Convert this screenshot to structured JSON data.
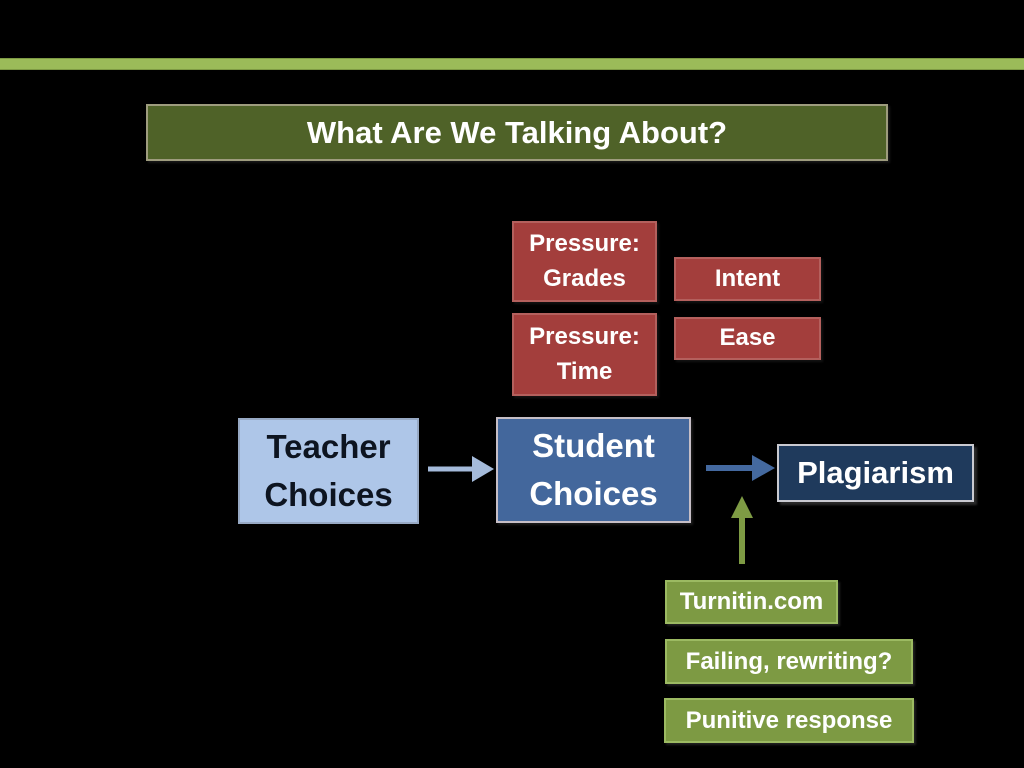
{
  "slide": {
    "title": "What Are We Talking About?"
  },
  "boxes": {
    "pressure_grades": "Pressure: Grades",
    "intent": "Intent",
    "pressure_time": "Pressure: Time",
    "ease": "Ease",
    "teacher_choices": "Teacher Choices",
    "student_choices": "Student Choices",
    "plagiarism": "Plagiarism",
    "turnitin": "Turnitin.com",
    "failing": "Failing, rewriting?",
    "punitive": "Punitive response"
  },
  "arrows": [
    {
      "name": "teacher-to-student-arrow",
      "direction": "right",
      "color": "#a5bbdb"
    },
    {
      "name": "student-to-plagiarism-arrow",
      "direction": "right",
      "color": "#44699f"
    },
    {
      "name": "interventions-up-arrow",
      "direction": "up",
      "color": "#7e9b44"
    }
  ],
  "colors": {
    "background": "#000000",
    "top-rule": "#9bbb59",
    "title-fill": "#4f6228",
    "title-border": "#9e9c7e",
    "red-fill": "#a33e3c",
    "red-border": "#b4605d",
    "light-blue-fill": "#aec6e8",
    "light-blue-border": "#97a9c4",
    "mid-blue-fill": "#43679c",
    "mid-blue-border": "#c6bec6",
    "dark-blue-fill": "#1f3a5c",
    "dark-blue-border": "#c9cad1",
    "green-fill": "#7d9a43",
    "green-border": "#9cba62",
    "arrow-light-blue": "#a5bbdb",
    "arrow-mid-blue": "#44699f",
    "arrow-green": "#7e9b44",
    "text-light": "#ffffff",
    "text-dark": "#0d1420"
  }
}
